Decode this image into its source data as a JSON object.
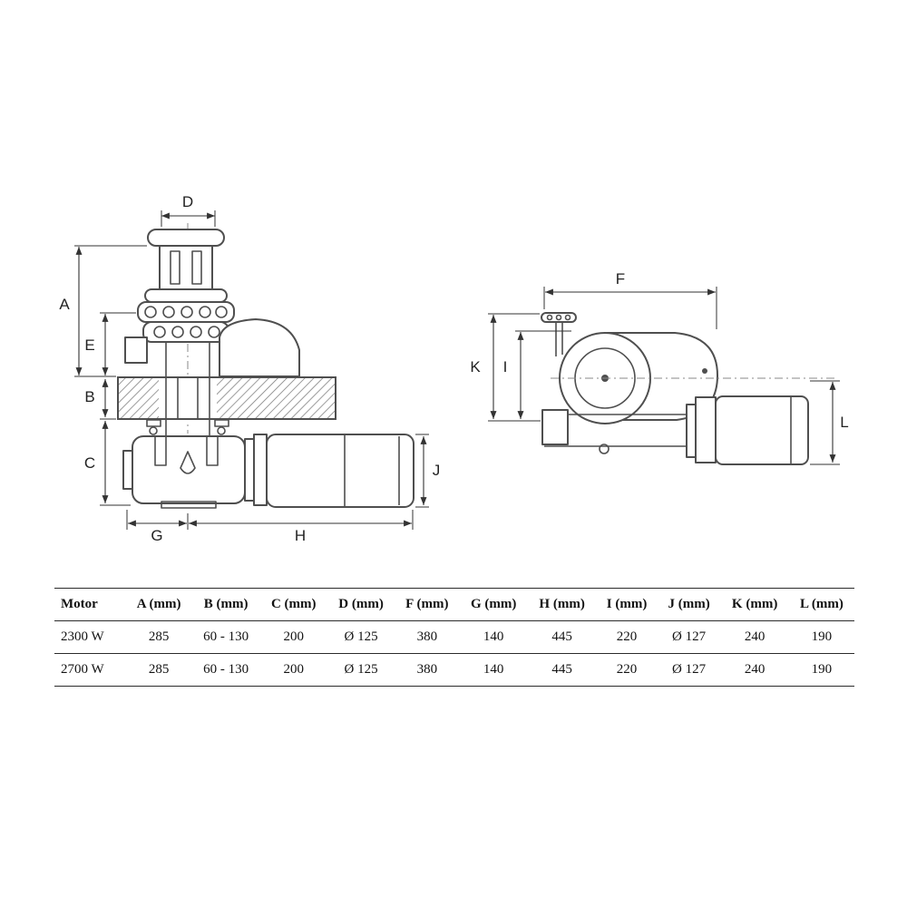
{
  "page": {
    "background": "#ffffff",
    "line_color": "#4f4f4f",
    "dimension_color": "#333333"
  },
  "diagram": {
    "left_view": {
      "description": "vertical-windlass-side-view",
      "labels": {
        "D": "D",
        "A": "A",
        "E": "E",
        "B": "B",
        "C": "C",
        "G": "G",
        "H": "H",
        "J": "J"
      }
    },
    "right_view": {
      "description": "horizontal-windlass-side-view",
      "labels": {
        "F": "F",
        "K": "K",
        "I": "I",
        "L": "L"
      }
    }
  },
  "table": {
    "headers": [
      "Motor",
      "A (mm)",
      "B (mm)",
      "C (mm)",
      "D (mm)",
      "F (mm)",
      "G (mm)",
      "H (mm)",
      "I (mm)",
      "J (mm)",
      "K (mm)",
      "L (mm)"
    ],
    "rows": [
      [
        "2300 W",
        "285",
        "60 - 130",
        "200",
        "Ø 125",
        "380",
        "140",
        "445",
        "220",
        "Ø 127",
        "240",
        "190"
      ],
      [
        "2700 W",
        "285",
        "60 - 130",
        "200",
        "Ø 125",
        "380",
        "140",
        "445",
        "220",
        "Ø 127",
        "240",
        "190"
      ]
    ]
  }
}
